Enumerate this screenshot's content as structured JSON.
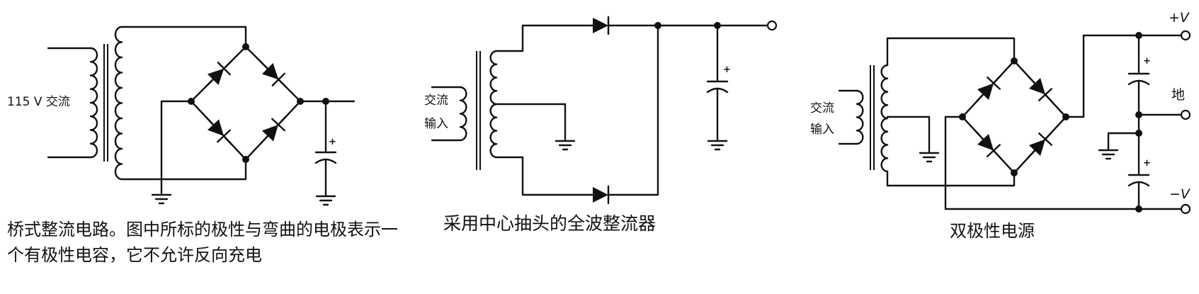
{
  "figures": [
    {
      "id": "bridge",
      "input_label": "115 V 交流",
      "caption": "桥式整流电路。图中所标的极性与弯曲的电极表示一个有极性电容，它不允许反向充电",
      "cap_polarity": "+"
    },
    {
      "id": "center-tap",
      "input_label_line1": "交流",
      "input_label_line2": "输入",
      "caption": "采用中心抽头的全波整流器",
      "cap_polarity": "+"
    },
    {
      "id": "dual",
      "input_label_line1": "交流",
      "input_label_line2": "输入",
      "caption": "双极性电源",
      "pos_rail": "+V",
      "ground": "地",
      "neg_rail": "−V",
      "cap_polarity": "+"
    }
  ]
}
